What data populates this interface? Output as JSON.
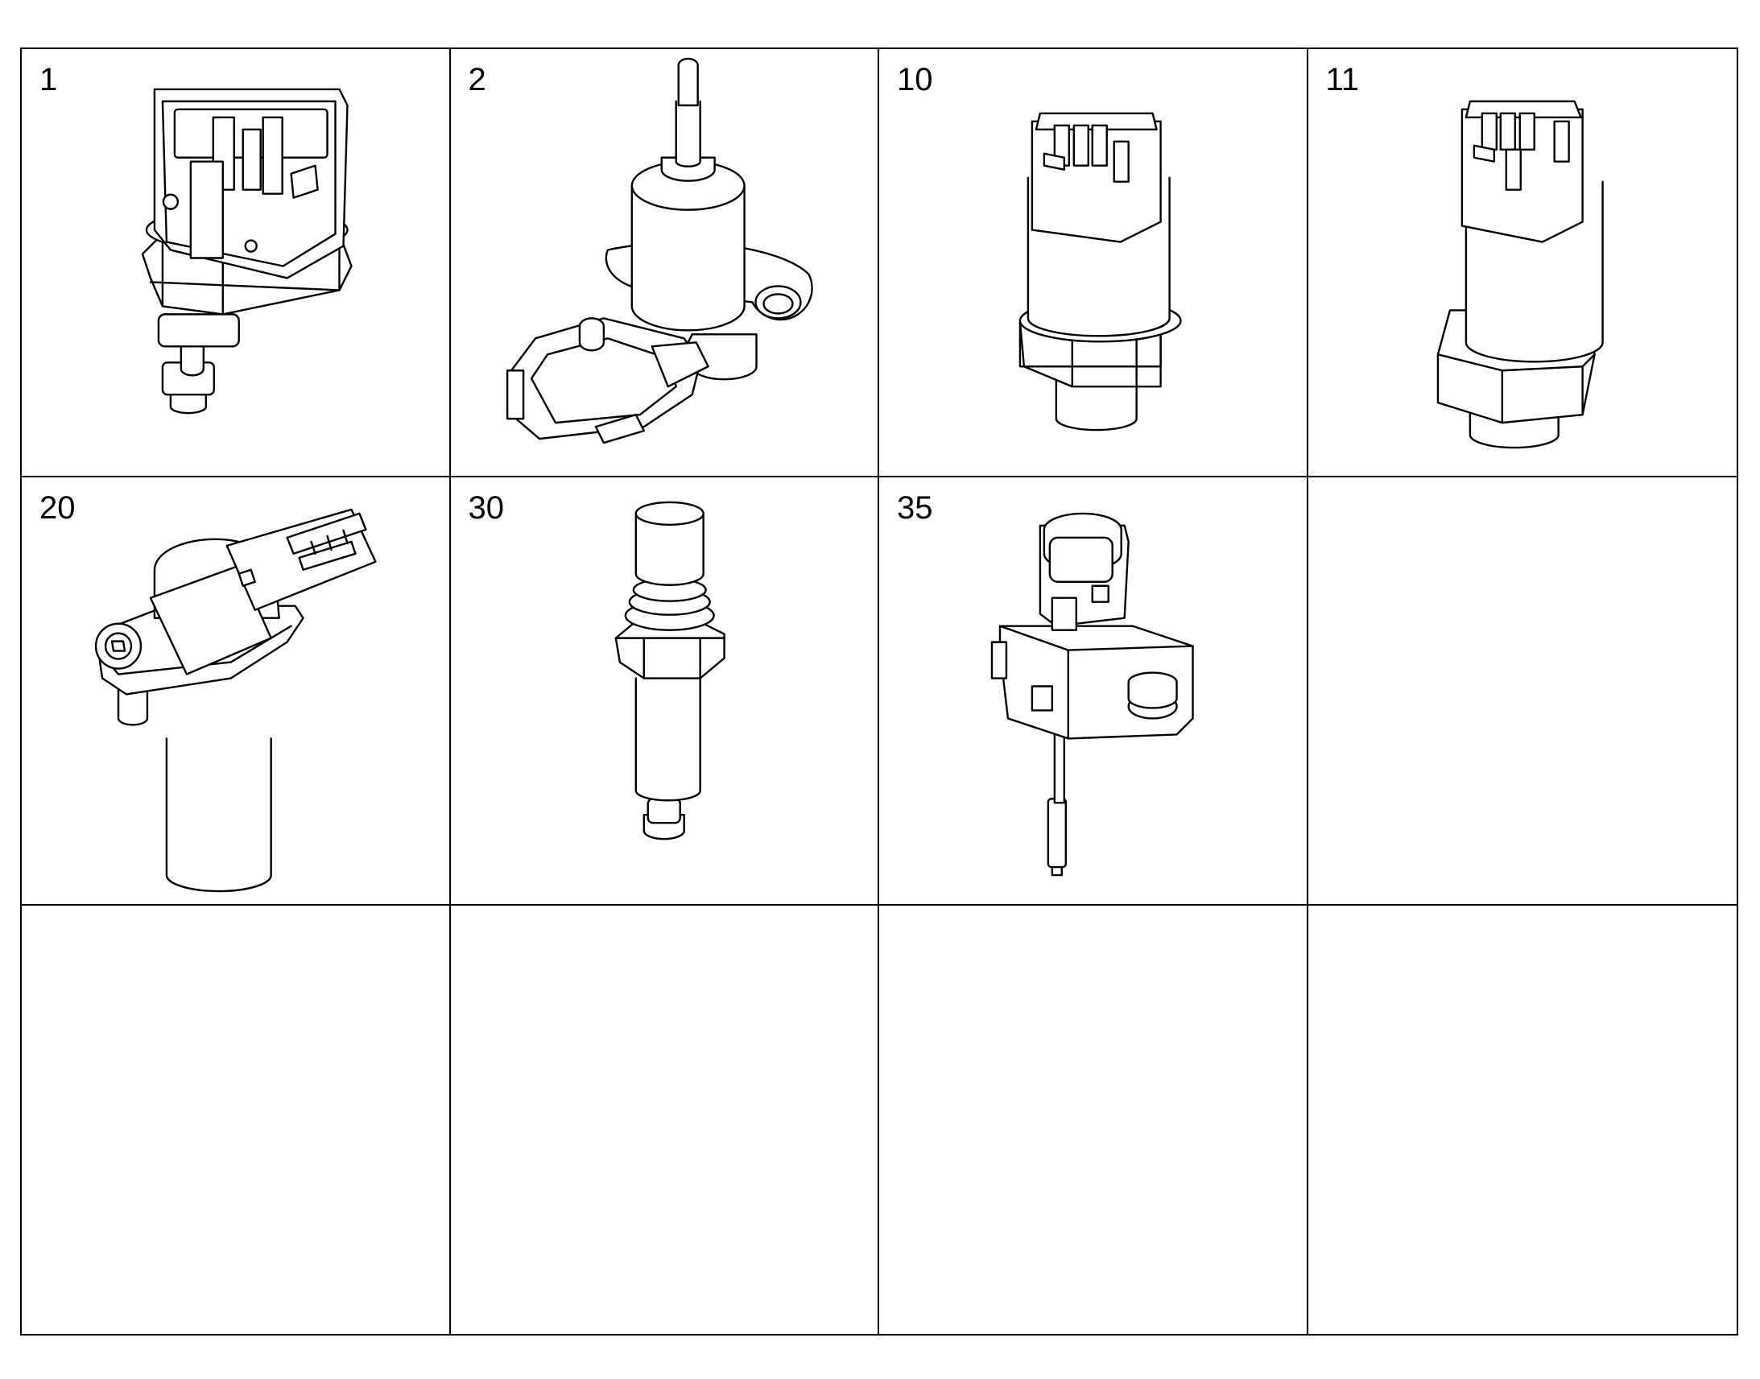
{
  "cells": [
    {
      "label": "1",
      "icon": "temperature-sensor-square-connector"
    },
    {
      "label": "2",
      "icon": "flanged-sensor-with-cable-connector"
    },
    {
      "label": "10",
      "icon": "cylindrical-sensor-small-connector"
    },
    {
      "label": "11",
      "icon": "cylindrical-sensor-hex-base"
    },
    {
      "label": "20",
      "icon": "crankshaft-position-sensor"
    },
    {
      "label": "30",
      "icon": "oxygen-sensor-probe"
    },
    {
      "label": "35",
      "icon": "switch-sensor-with-plunger"
    },
    {
      "label": "",
      "icon": ""
    },
    {
      "label": "",
      "icon": ""
    },
    {
      "label": "",
      "icon": ""
    },
    {
      "label": "",
      "icon": ""
    },
    {
      "label": "",
      "icon": ""
    }
  ]
}
